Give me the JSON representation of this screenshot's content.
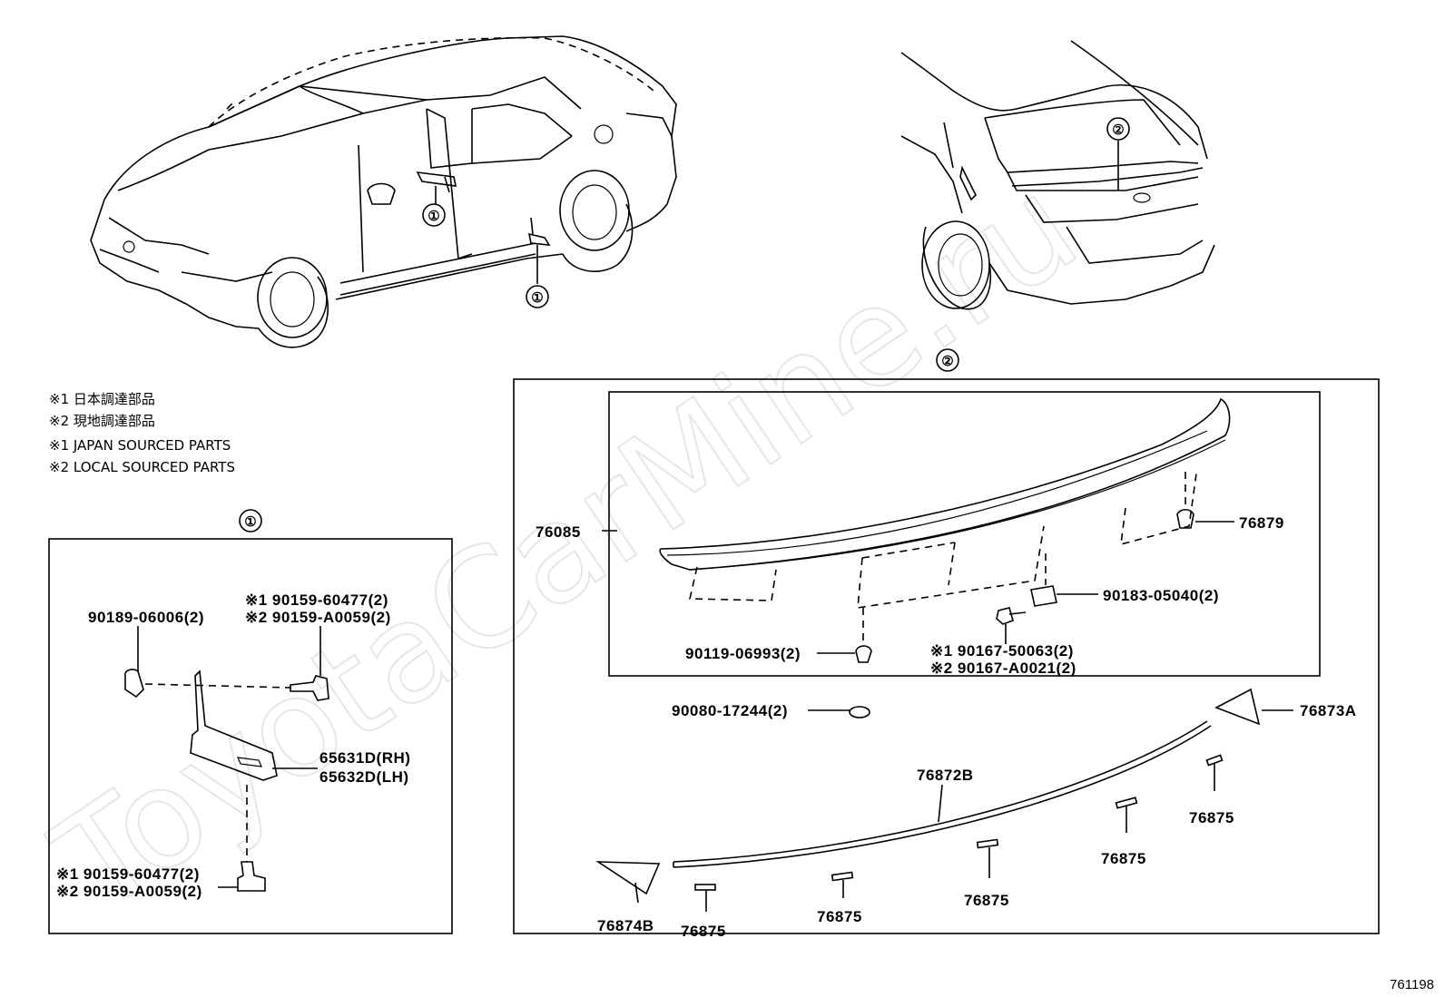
{
  "notes": [
    "※1 日本調達部品",
    "※2 現地調達部品",
    "※1 JAPAN SOURCED PARTS",
    "※2 LOCAL SOURCED PARTS"
  ],
  "watermark": "ToyotaCarMine.ru",
  "callouts": {
    "one": "①",
    "two": "②"
  },
  "group1": {
    "p90189": "90189-06006(2)",
    "top_note1": "※1 90159-60477(2)",
    "top_note2": "※2 90159-A0059(2)",
    "p65631": "65631D(RH)",
    "p65632": "65632D(LH)",
    "bot_note1": "※1 90159-60477(2)",
    "bot_note2": "※2 90159-A0059(2)"
  },
  "group2": {
    "p76085": "76085",
    "p76879": "76879",
    "p90183": "90183-05040(2)",
    "p90119": "90119-06993(2)",
    "p90167_1": "※1 90167-50063(2)",
    "p90167_2": "※2 90167-A0021(2)",
    "p90080": "90080-17244(2)",
    "p76873A": "76873A",
    "p76872B": "76872B",
    "p76874B": "76874B",
    "p76875": "76875"
  },
  "diagram_id": "761198"
}
